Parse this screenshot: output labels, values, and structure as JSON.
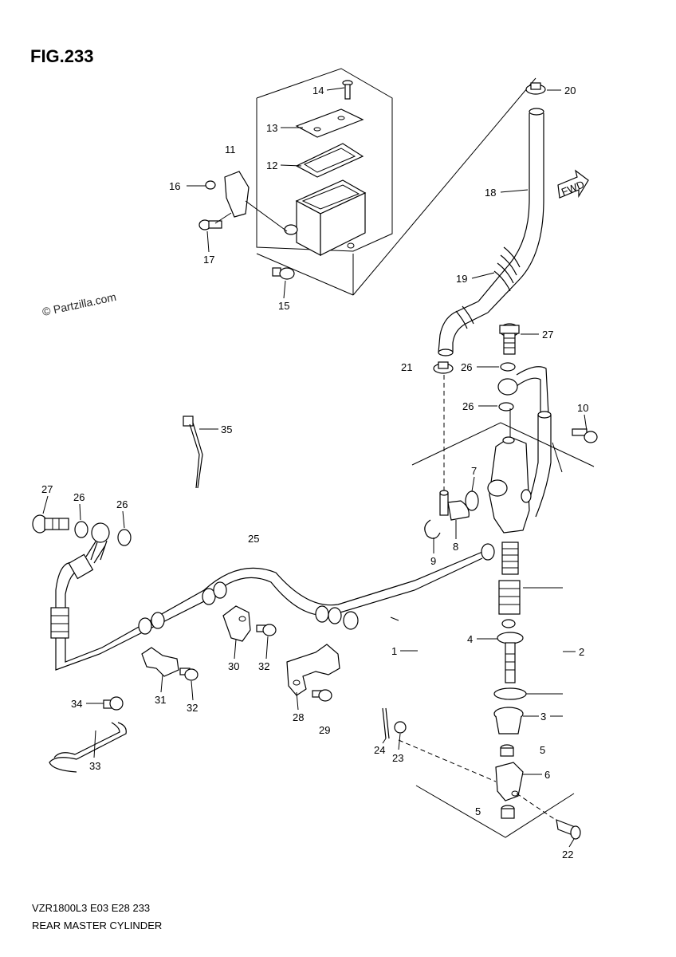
{
  "figure_title": "FIG.233",
  "watermark": "© Partzilla.com",
  "fwd_label": "FWD",
  "footer": {
    "model_line": "VZR1800L3  E03  E28  233",
    "name_line": "REAR MASTER CYLINDER"
  },
  "callouts": [
    {
      "id": "c1",
      "text": "1"
    },
    {
      "id": "c2",
      "text": "2"
    },
    {
      "id": "c3",
      "text": "3"
    },
    {
      "id": "c4",
      "text": "4"
    },
    {
      "id": "c5a",
      "text": "5"
    },
    {
      "id": "c5b",
      "text": "5"
    },
    {
      "id": "c6",
      "text": "6"
    },
    {
      "id": "c7",
      "text": "7"
    },
    {
      "id": "c8",
      "text": "8"
    },
    {
      "id": "c9",
      "text": "9"
    },
    {
      "id": "c10",
      "text": "10"
    },
    {
      "id": "c11",
      "text": "11"
    },
    {
      "id": "c12",
      "text": "12"
    },
    {
      "id": "c13",
      "text": "13"
    },
    {
      "id": "c14",
      "text": "14"
    },
    {
      "id": "c15",
      "text": "15"
    },
    {
      "id": "c16",
      "text": "16"
    },
    {
      "id": "c17",
      "text": "17"
    },
    {
      "id": "c18",
      "text": "18"
    },
    {
      "id": "c19",
      "text": "19"
    },
    {
      "id": "c20",
      "text": "20"
    },
    {
      "id": "c21",
      "text": "21"
    },
    {
      "id": "c22",
      "text": "22"
    },
    {
      "id": "c23",
      "text": "23"
    },
    {
      "id": "c24",
      "text": "24"
    },
    {
      "id": "c25",
      "text": "25"
    },
    {
      "id": "c26a",
      "text": "26"
    },
    {
      "id": "c26b",
      "text": "26"
    },
    {
      "id": "c26c",
      "text": "26"
    },
    {
      "id": "c26d",
      "text": "26"
    },
    {
      "id": "c27a",
      "text": "27"
    },
    {
      "id": "c27b",
      "text": "27"
    },
    {
      "id": "c28",
      "text": "28"
    },
    {
      "id": "c29",
      "text": "29"
    },
    {
      "id": "c30",
      "text": "30"
    },
    {
      "id": "c31",
      "text": "31"
    },
    {
      "id": "c32a",
      "text": "32"
    },
    {
      "id": "c32b",
      "text": "32"
    },
    {
      "id": "c33",
      "text": "33"
    },
    {
      "id": "c34",
      "text": "34"
    },
    {
      "id": "c35",
      "text": "35"
    }
  ]
}
